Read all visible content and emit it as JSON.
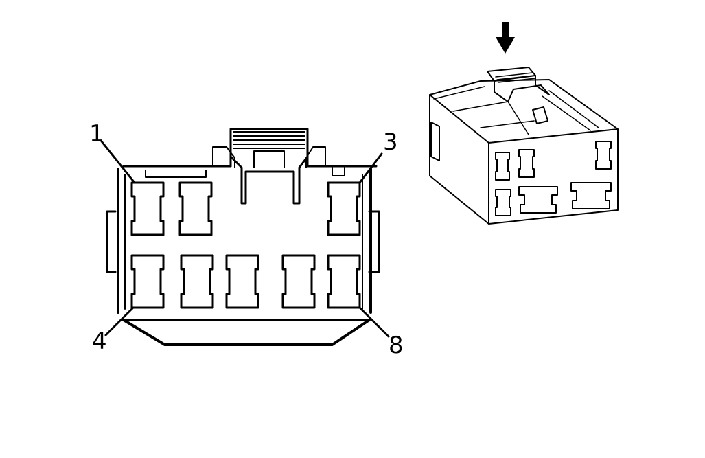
{
  "connector_face": {
    "pin_labels": [
      "1",
      "3",
      "4",
      "8"
    ]
  },
  "connector_iso": {
    "arrow": "down-arrow-icon"
  },
  "colors": {
    "line": "#000000",
    "background": "#ffffff"
  }
}
